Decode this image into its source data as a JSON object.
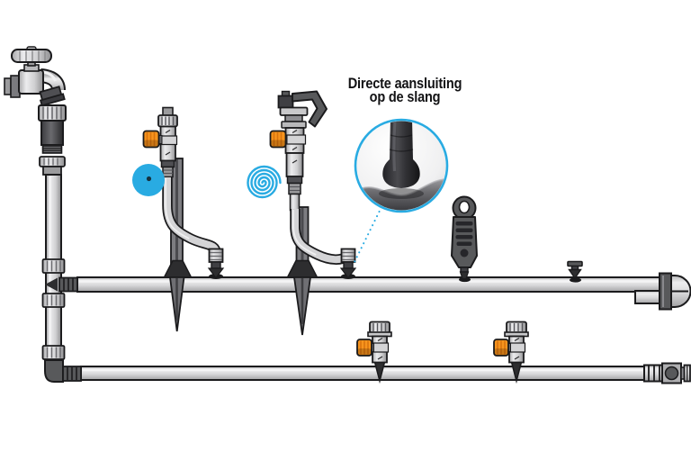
{
  "page": {
    "background": "#FFFFFF"
  },
  "callout": {
    "line1": "Directe aansluiting",
    "line2": "op de slang"
  },
  "colors": {
    "accent-blue": "#29ABE2",
    "valve-orange": "#F7941D",
    "valve-orange-shade": "#D9740F",
    "pipe-light": "#D6D6D8",
    "metal-mid": "#9B9B9D",
    "metal-dark": "#58595B",
    "near-black": "#2D2D2F",
    "outline": "#1B1B1D",
    "background": "#FFFFFF"
  },
  "icons": {
    "drip-nozzle-icon": "filled blue circle with center dot",
    "rotation-spiral-icon": "blue spiral (360° rotating sprinkler)",
    "magnifier-callout": "photo close-up circle with dotted leader"
  }
}
